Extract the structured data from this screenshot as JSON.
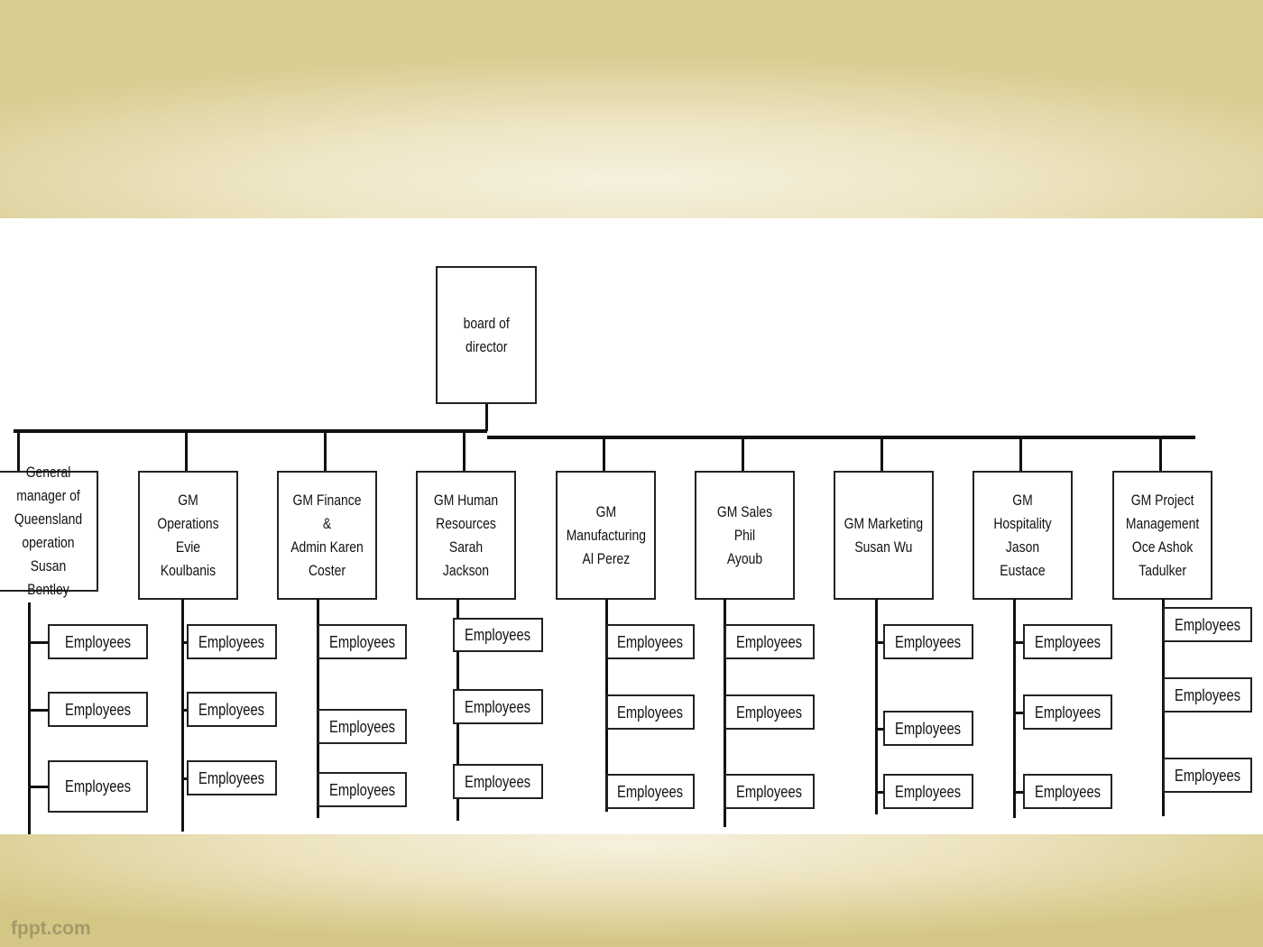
{
  "board": {
    "label": "board of\ndirector"
  },
  "managers": [
    {
      "label": "General\nmanager of\nQueensland\noperation\nSusan Bentley",
      "employees": [
        "Employees",
        "Employees",
        "Employees"
      ]
    },
    {
      "label": "GM\nOperations\nEvie Koulbanis",
      "employees": [
        "Employees",
        "Employees",
        "Employees"
      ]
    },
    {
      "label": "GM Finance &\nAdmin Karen\nCoster",
      "employees": [
        "Employees",
        "Employees",
        "Employees"
      ]
    },
    {
      "label": "GM Human\nResources\nSarah Jackson",
      "employees": [
        "Employees",
        "Employees",
        "Employees"
      ]
    },
    {
      "label": "GM\nManufacturing\nAl Perez",
      "employees": [
        "Employees",
        "Employees",
        "Employees"
      ]
    },
    {
      "label": "GM Sales Phil\nAyoub",
      "employees": [
        "Employees",
        "Employees",
        "Employees"
      ]
    },
    {
      "label": "GM Marketing\nSusan Wu",
      "employees": [
        "Employees",
        "Employees",
        "Employees"
      ]
    },
    {
      "label": "GM Hospitality\nJason Eustace",
      "employees": [
        "Employees",
        "Employees",
        "Employees"
      ]
    },
    {
      "label": "GM Project\nManagement\nOce Ashok\nTadulker",
      "employees": [
        "Employees",
        "Employees",
        "Employees"
      ]
    }
  ],
  "watermark": "fppt.com"
}
